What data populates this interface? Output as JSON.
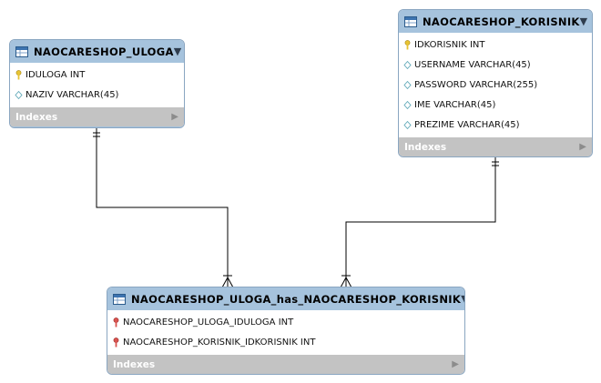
{
  "tables": {
    "uloga": {
      "title": "NAOCARESHOP_ULOGA",
      "columns": [
        {
          "kind": "pk",
          "text": "IDULOGA INT"
        },
        {
          "kind": "attr",
          "text": "NAZIV VARCHAR(45)"
        }
      ],
      "indexes_label": "Indexes"
    },
    "korisnik": {
      "title": "NAOCARESHOP_KORISNIK",
      "columns": [
        {
          "kind": "pk",
          "text": "IDKORISNIK INT"
        },
        {
          "kind": "attr",
          "text": "USERNAME VARCHAR(45)"
        },
        {
          "kind": "attr",
          "text": "PASSWORD VARCHAR(255)"
        },
        {
          "kind": "attr",
          "text": "IME VARCHAR(45)"
        },
        {
          "kind": "attr",
          "text": "PREZIME VARCHAR(45)"
        }
      ],
      "indexes_label": "Indexes"
    },
    "junction": {
      "title": "NAOCARESHOP_ULOGA_has_NAOCARESHOP_KORISNIK",
      "columns": [
        {
          "kind": "fk",
          "text": "NAOCARESHOP_ULOGA_IDULOGA INT"
        },
        {
          "kind": "fk",
          "text": "NAOCARESHOP_KORISNIK_IDKORISNIK INT"
        }
      ],
      "indexes_label": "Indexes"
    }
  },
  "colors": {
    "header": "#a6c3dd",
    "indexes_bar": "#c3c3c3",
    "pk_key": "#e8c433",
    "fk_key": "#d9534f",
    "attr_diamond": "#5fa8b8"
  }
}
